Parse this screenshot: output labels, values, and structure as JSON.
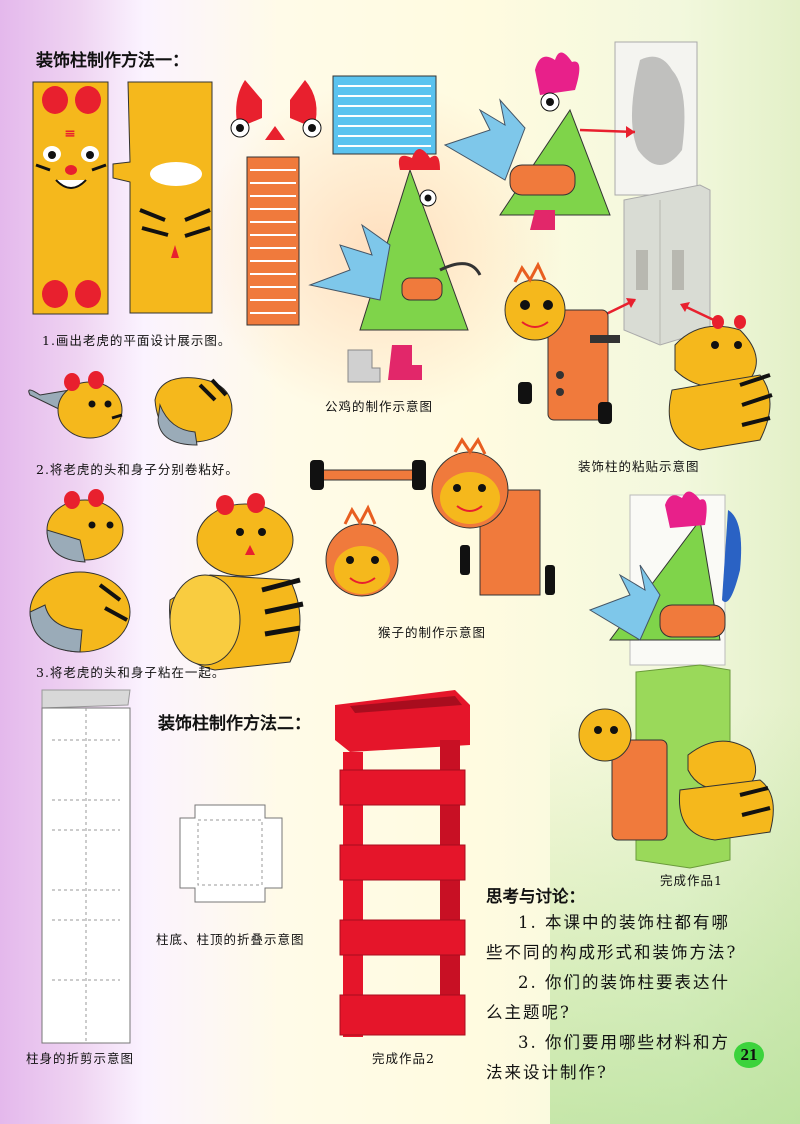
{
  "method1": {
    "title": "装饰柱制作方法一："
  },
  "method2": {
    "title": "装饰柱制作方法二："
  },
  "captions": {
    "step1": "1.画出老虎的平面设计展示图。",
    "step2": "2.将老虎的头和身子分别卷粘好。",
    "step3": "3.将老虎的头和身子粘在一起。",
    "rooster": "公鸡的制作示意图",
    "monkey": "猴子的制作示意图",
    "pillar_paste": "装饰柱的粘贴示意图",
    "finished1": "完成作品1",
    "fold_base": "柱底、柱顶的折叠示意图",
    "body_cut": "柱身的折剪示意图",
    "finished2": "完成作品2"
  },
  "discussion": {
    "title": "思考与讨论：",
    "lines": [
      "1. 本课中的装饰柱都有哪",
      "些不同的构成形式和装饰方法?",
      "2. 你们的装饰柱要表达什",
      "么主题呢?",
      "3. 你们要用哪些材料和方",
      "法来设计制作?"
    ]
  },
  "page_number": "21",
  "colors": {
    "tiger": "#f5b81c",
    "red": "#e8202e",
    "green": "#7fd44a",
    "orange": "#f07a3c",
    "blue": "#5bc3ef",
    "page_badge": "#3cd33c"
  }
}
